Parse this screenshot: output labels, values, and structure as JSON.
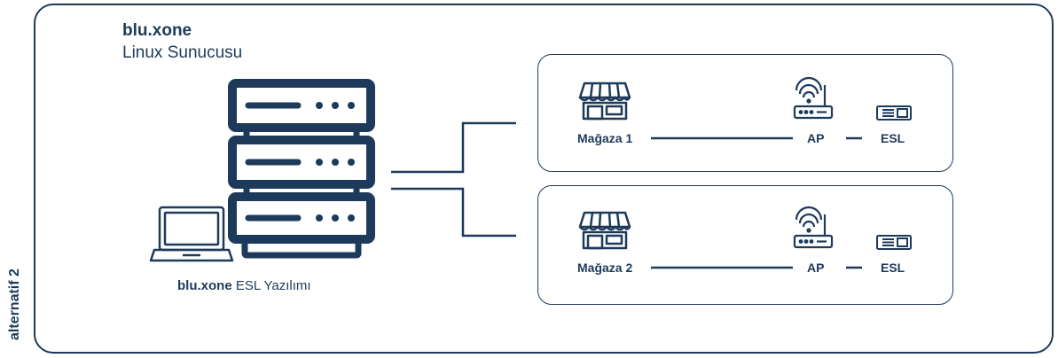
{
  "side_label": "alternatif 2",
  "server": {
    "brand": "blu.xone",
    "subtitle": "Linux Sunucusu"
  },
  "software": {
    "brand": "blu.xone",
    "label": "ESL Yazılımı"
  },
  "stores": [
    {
      "name": "Mağaza 1",
      "ap_label": "AP",
      "esl_label": "ESL"
    },
    {
      "name": "Mağaza 2",
      "ap_label": "AP",
      "esl_label": "ESL"
    }
  ],
  "icons": {
    "store": "store-icon",
    "router": "wifi-router-icon",
    "esl": "price-tag-icon",
    "server": "server-rack-icon",
    "laptop": "laptop-icon"
  },
  "colors": {
    "primary": "#1e3a5a",
    "background": "#ffffff"
  }
}
